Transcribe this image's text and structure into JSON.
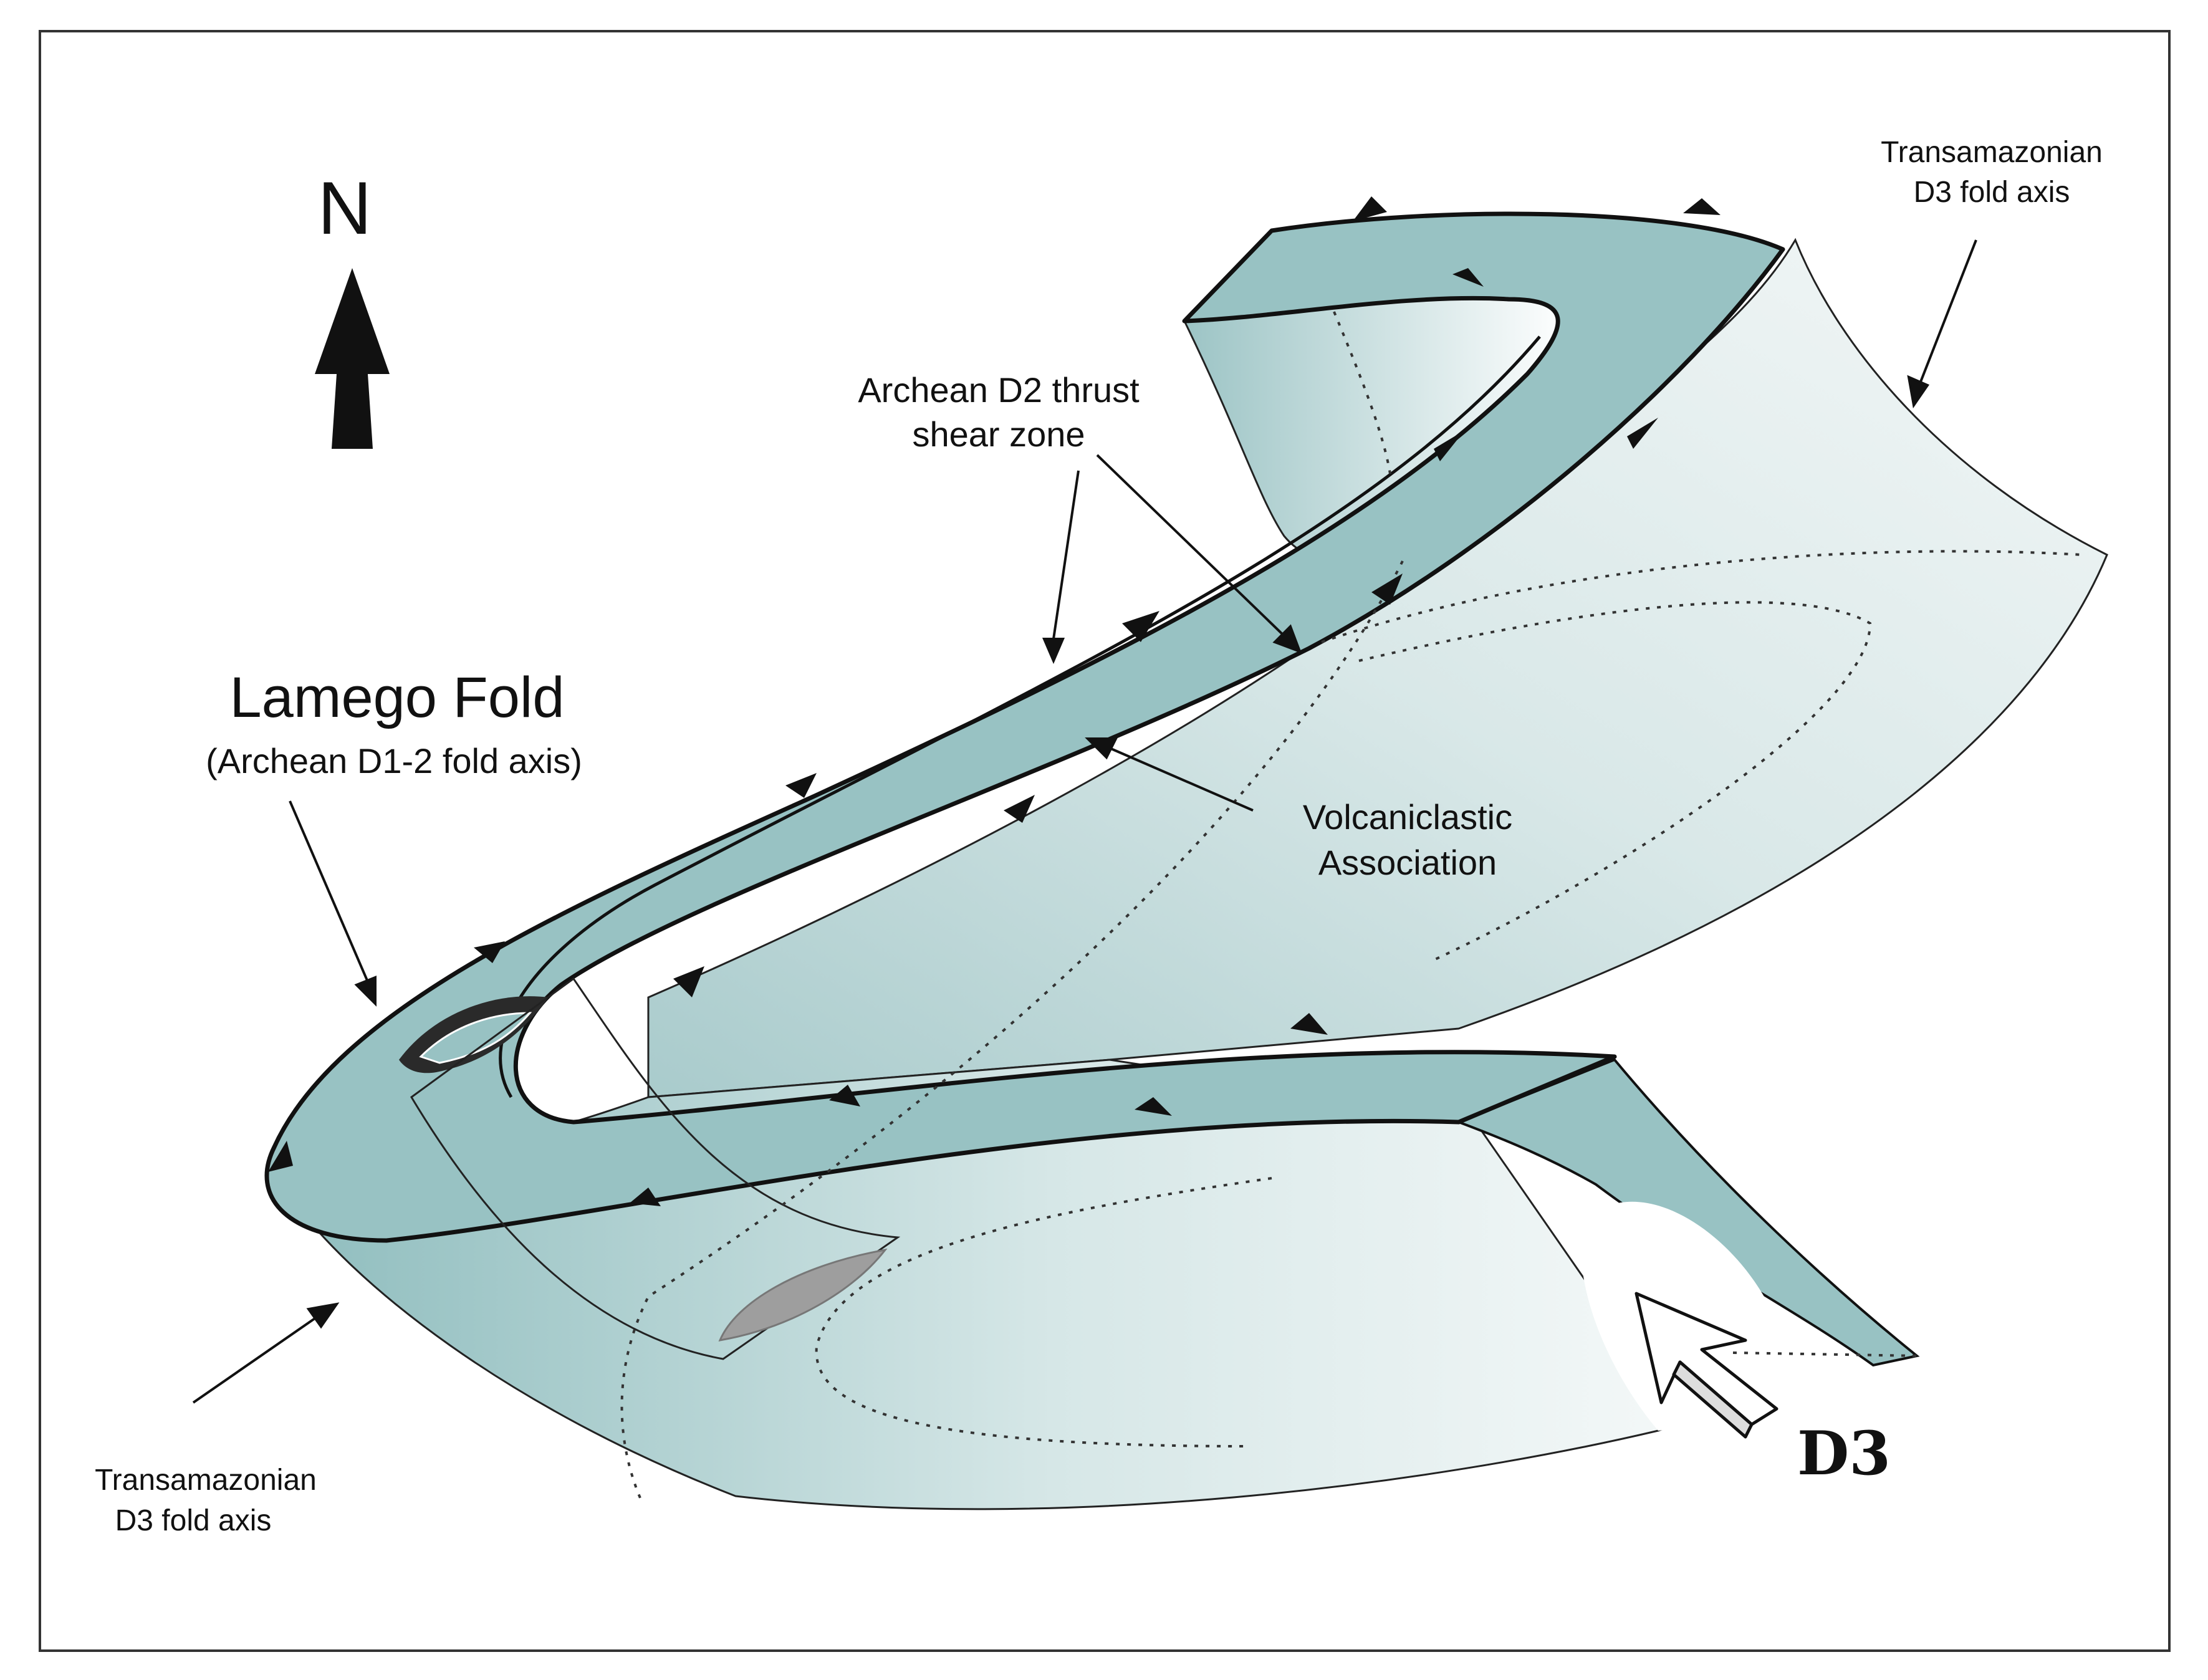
{
  "labels": {
    "north": "N",
    "lamego_title": "Lamego Fold",
    "lamego_subtitle": "(Archean D1-2 fold axis)",
    "d2_line1": "Archean D2 thrust",
    "d2_line2": "shear zone",
    "volc_line1": "Volcaniclastic",
    "volc_line2": "Association",
    "trans_top_line1": "Transamazonian",
    "trans_top_line2": "D3 fold axis",
    "trans_bottom_line1": "Transamazonian",
    "trans_bottom_line2": "D3 fold axis",
    "d3": "D3"
  },
  "colors": {
    "band": "#98C2C3",
    "surface_light": "#EEF4F4",
    "surface_mid": "#C8DEDF",
    "line": "#111111",
    "blade": "#9E9E9E"
  },
  "icons": [
    "north-arrow-icon",
    "d3-compression-arrow-icon",
    "thrust-tooth-icon"
  ]
}
